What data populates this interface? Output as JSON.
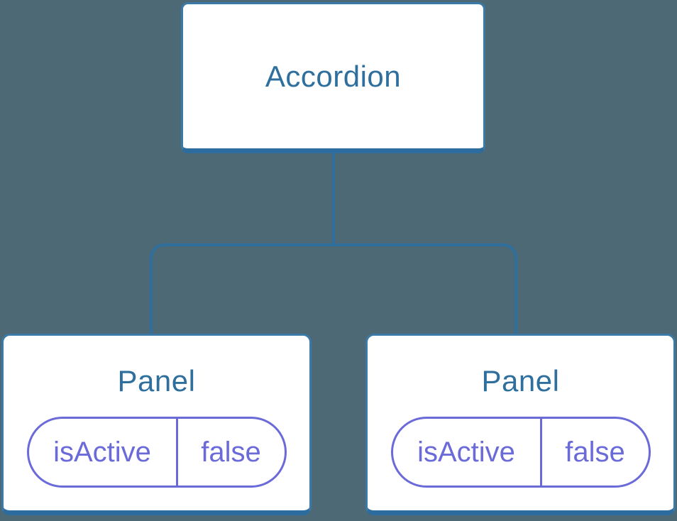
{
  "tree": {
    "root": {
      "label": "Accordion"
    },
    "panels": [
      {
        "label": "Panel",
        "state_key": "isActive",
        "state_value": "false"
      },
      {
        "label": "Panel",
        "state_key": "isActive",
        "state_value": "false"
      }
    ]
  },
  "colors": {
    "background": "#4d6975",
    "card_fill": "#ffffff",
    "card_border": "#3b79a6",
    "card_border_bottom": "#2c6c9e",
    "connector": "#2e6f9e",
    "node_text": "#2e6f9d",
    "state_accent": "#6b6ad9"
  }
}
